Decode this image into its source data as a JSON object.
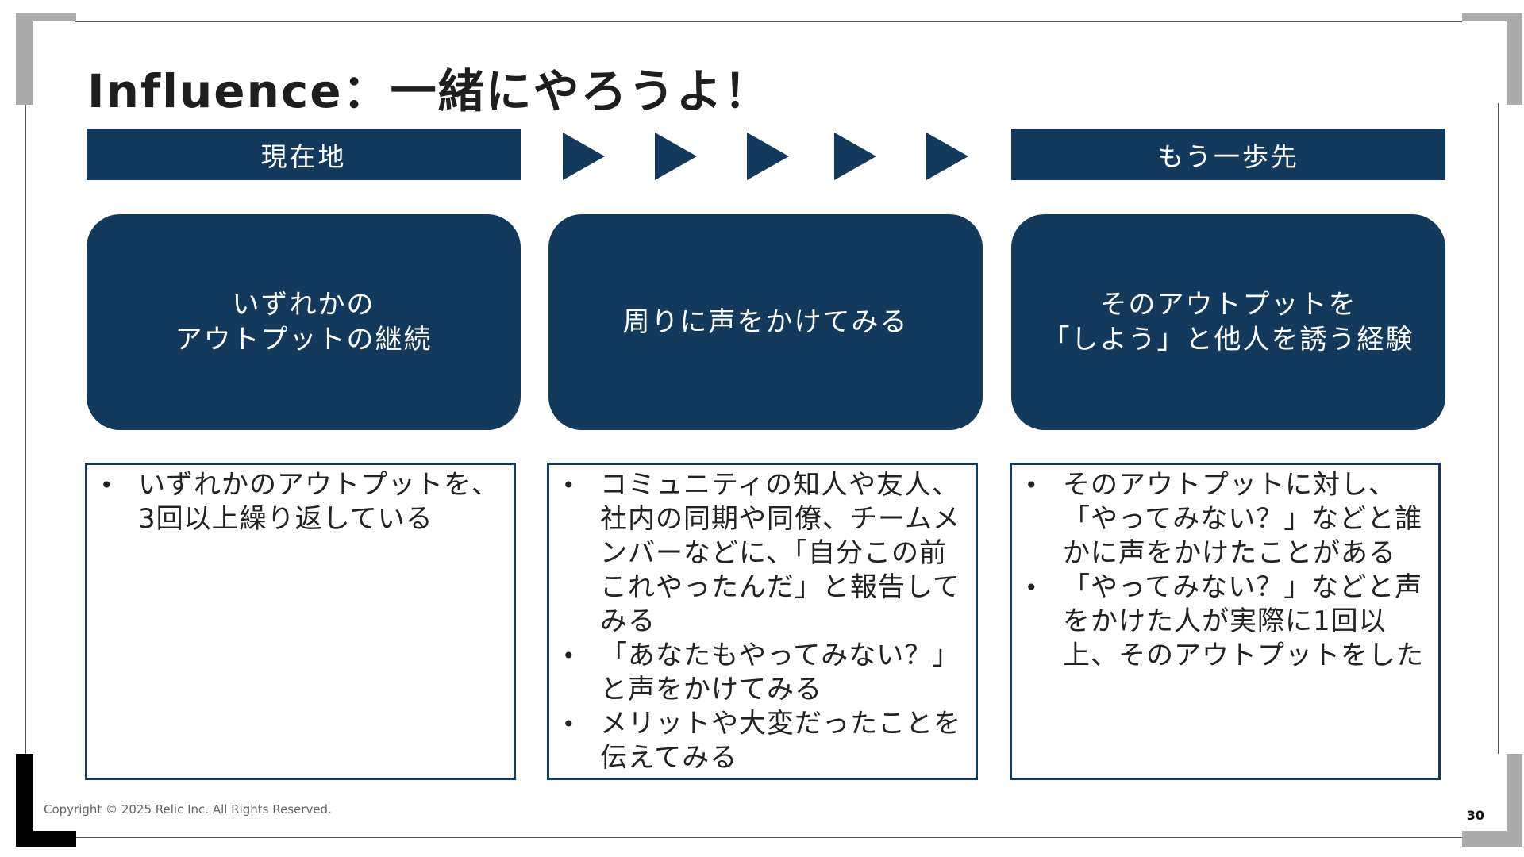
{
  "slide": {
    "title": "Influence：一緒にやろうよ！",
    "header_left": "現在地",
    "header_right": "もう一歩先",
    "arrow_count": 5
  },
  "stages": [
    {
      "lines": [
        "いずれかの",
        "アウトプットの継続"
      ]
    },
    {
      "lines": [
        "周りに声をかけてみる"
      ]
    },
    {
      "lines": [
        "そのアウトプットを",
        "「しよう」と他人を誘う経験"
      ]
    }
  ],
  "details": [
    {
      "items": [
        [
          "いずれかのアウトプットを、",
          "3回以上繰り返している"
        ]
      ]
    },
    {
      "items": [
        [
          "コミュニティの知人や友人、",
          "社内の同期や同僚、チームメ",
          "ンバーなどに、「自分この前",
          "これやったんだ」と報告して",
          "みる"
        ],
        [
          "「あなたもやってみない？」",
          "と声をかけてみる"
        ],
        [
          "メリットや大変だったことを",
          "伝えてみる"
        ]
      ]
    },
    {
      "items": [
        [
          "そのアウトプットに対し、",
          "「やってみない？」などと誰",
          "かに声をかけたことがある"
        ],
        [
          "「やってみない？」などと声",
          "をかけた人が実際に1回以",
          "上、そのアウトプットをした"
        ]
      ]
    }
  ],
  "footer": {
    "copyright": "Copyright © 2025 Relic Inc. All Rights Reserved.",
    "page_number": "30"
  },
  "colors": {
    "navy": "#133a5c",
    "corner_gray": "#ababab",
    "corner_black": "#000000"
  }
}
